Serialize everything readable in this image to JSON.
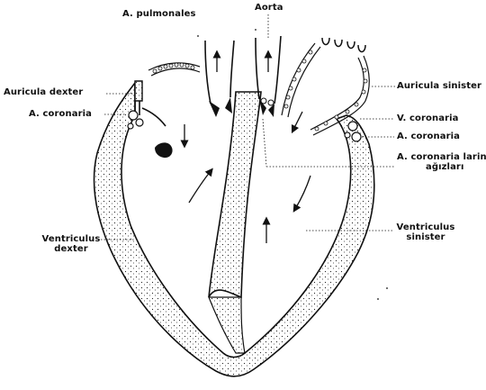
{
  "colors": {
    "ink": "#111111",
    "wall_fill": "#ececec",
    "background": "#ffffff"
  },
  "labels": {
    "a_pulmonales": "A. pulmonales",
    "aorta": "Aorta",
    "auricula_dexter": "Auricula dexter",
    "auricula_sinister": "Auricula sinister",
    "a_coronaria_left": "A. coronaria",
    "v_coronaria": "V. coronaria",
    "a_coronaria_right": "A. coronaria",
    "a_coronaria_larin_line1": "A. coronaria larin",
    "a_coronaria_larin_line2": "ağızları",
    "ventriculus_dexter_line1": "Ventriculus",
    "ventriculus_dexter_line2": "dexter",
    "ventriculus_sinister_line1": "Ventriculus",
    "ventriculus_sinister_line2": "sinister"
  }
}
